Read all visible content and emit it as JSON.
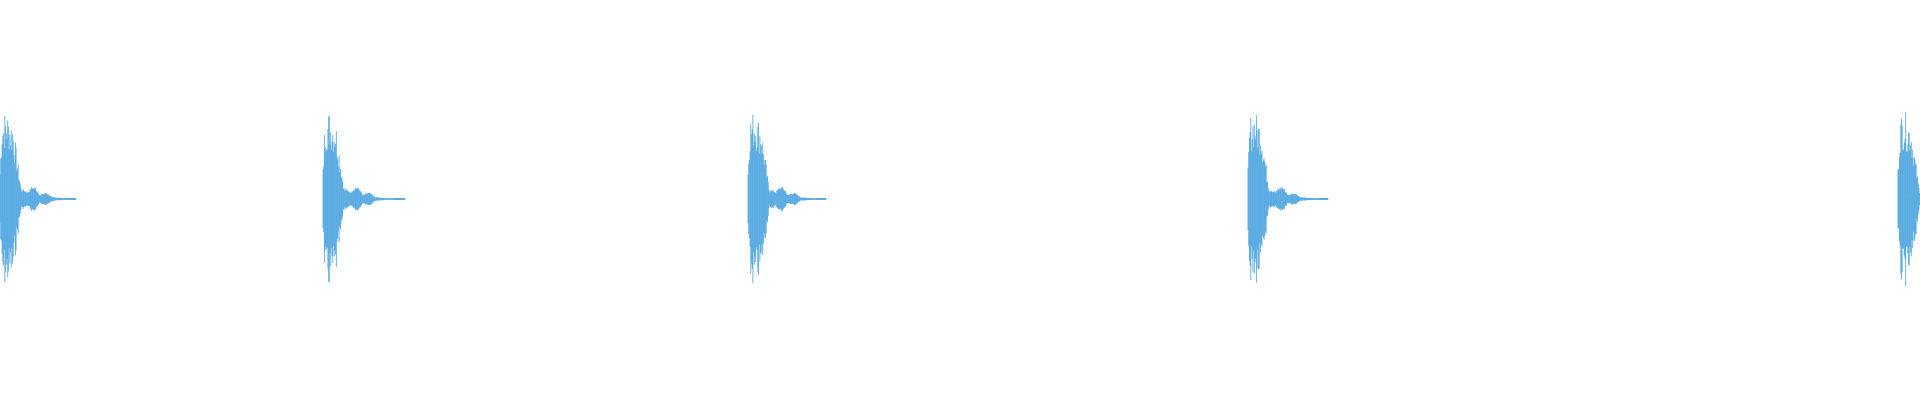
{
  "waveform": {
    "color": "#5aabe2",
    "background": "#ffffff",
    "clip_count": 5,
    "transients": [
      {
        "index": 1,
        "peak_amplitude": 1.0,
        "state": "full"
      },
      {
        "index": 2,
        "peak_amplitude": 1.0,
        "state": "full"
      },
      {
        "index": 3,
        "peak_amplitude": 1.0,
        "state": "full"
      },
      {
        "index": 4,
        "peak_amplitude": 1.0,
        "state": "full"
      },
      {
        "index": 5,
        "peak_amplitude": 1.0,
        "state": "cut-off-at-edge"
      }
    ]
  }
}
